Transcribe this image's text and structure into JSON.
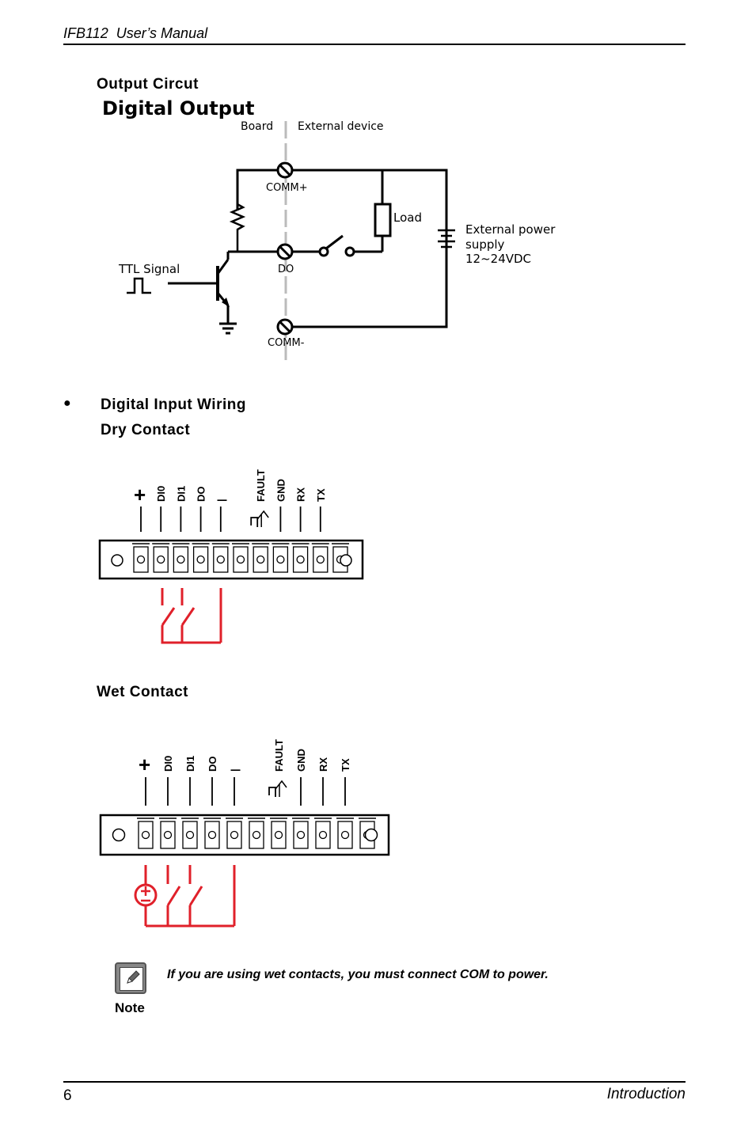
{
  "header": {
    "title": "IFB112  User’s Manual"
  },
  "output_circuit": {
    "heading": "Output Circut",
    "diagram": {
      "title": "Digital Output",
      "board_label": "Board",
      "external_label": "External device",
      "comm_plus": "COMM+",
      "do_label": "DO",
      "comm_minus": "COMM-",
      "load_label": "Load",
      "ttl_label": "TTL Signal",
      "power_line1": "External power",
      "power_line2": "supply",
      "power_line3": "12~24VDC"
    }
  },
  "input_wiring": {
    "bullet": "●",
    "heading": "Digital Input Wiring",
    "dry_heading": "Dry Contact",
    "wet_heading": "Wet Contact",
    "pins": [
      "+",
      "DI0",
      "DI1",
      "DO",
      "|",
      "FAULT",
      "GND",
      "RX",
      "TX"
    ],
    "colors": {
      "wire": "#e0202a",
      "line": "#000000"
    }
  },
  "note": {
    "icon": "note-pencil-icon",
    "text": "If you are using wet contacts, you must connect COM to power.",
    "label": "Note"
  },
  "footer": {
    "page": "6",
    "section": "Introduction"
  }
}
